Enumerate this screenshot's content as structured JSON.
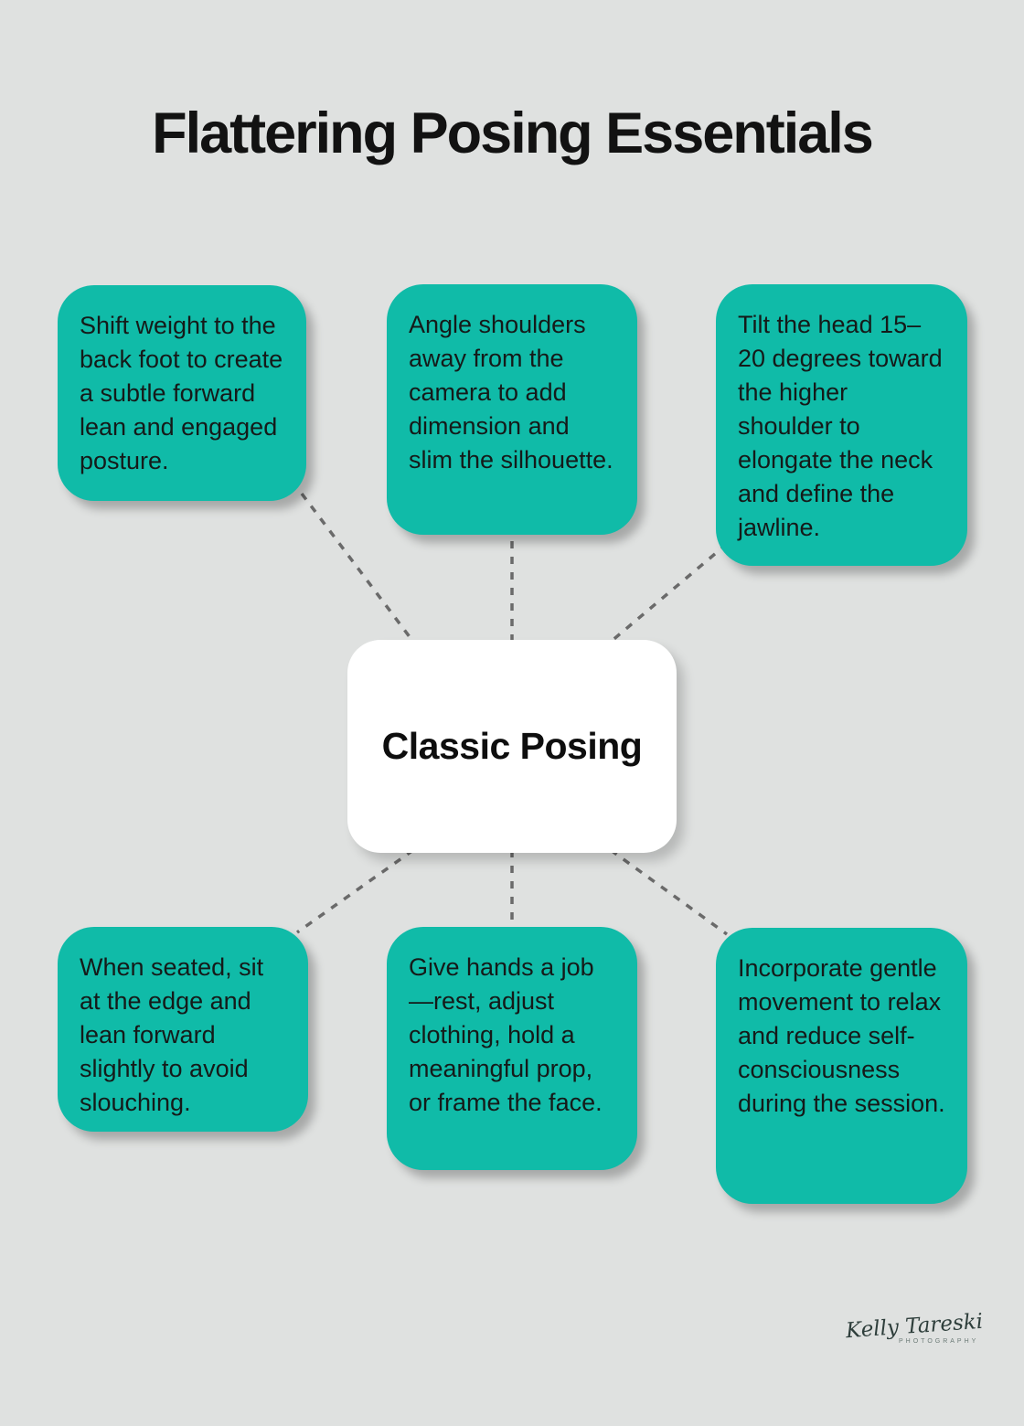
{
  "title": "Flattering Posing Essentials",
  "center": {
    "label": "Classic Posing"
  },
  "nodes": [
    {
      "id": "top-left",
      "text": "Shift weight to the back foot to create a subtle forward lean and engaged posture."
    },
    {
      "id": "top-center",
      "text": "Angle shoulders away from the camera to add dimension and slim the silhouette."
    },
    {
      "id": "top-right",
      "text": "Tilt the head 15–20 degrees toward the higher shoulder to elongate the neck and define the jawline."
    },
    {
      "id": "bottom-left",
      "text": "When seated, sit at the edge and lean forward slightly to avoid slouching."
    },
    {
      "id": "bottom-center",
      "text": "Give hands a job—rest, adjust clothing, hold a meaningful prop, or frame the face."
    },
    {
      "id": "bottom-right",
      "text": "Incorporate gentle movement to relax and reduce self-consciousness during the session."
    }
  ],
  "signature": {
    "name": "Kelly Tareski",
    "subtitle": "PHOTOGRAPHY"
  },
  "colors": {
    "background": "#dfe1e0",
    "node_fill": "#10bba8",
    "node_text": "#151a19",
    "center_fill": "#ffffff",
    "connector": "#6a6a6a",
    "title_text": "#121212"
  }
}
